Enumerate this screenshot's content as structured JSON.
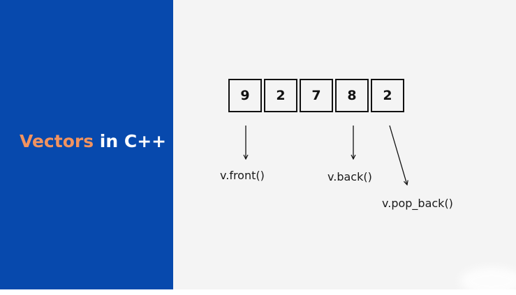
{
  "title": {
    "accent": "Vectors",
    "rest": " in C++"
  },
  "vector": {
    "values": [
      "9",
      "2",
      "7",
      "8",
      "2"
    ]
  },
  "labels": {
    "front": "v.front()",
    "back": "v.back()",
    "pop_back": "v.pop_back()"
  },
  "colors": {
    "left_panel": "#0749ad",
    "accent": "#f2935f",
    "background": "#f4f4f4"
  }
}
